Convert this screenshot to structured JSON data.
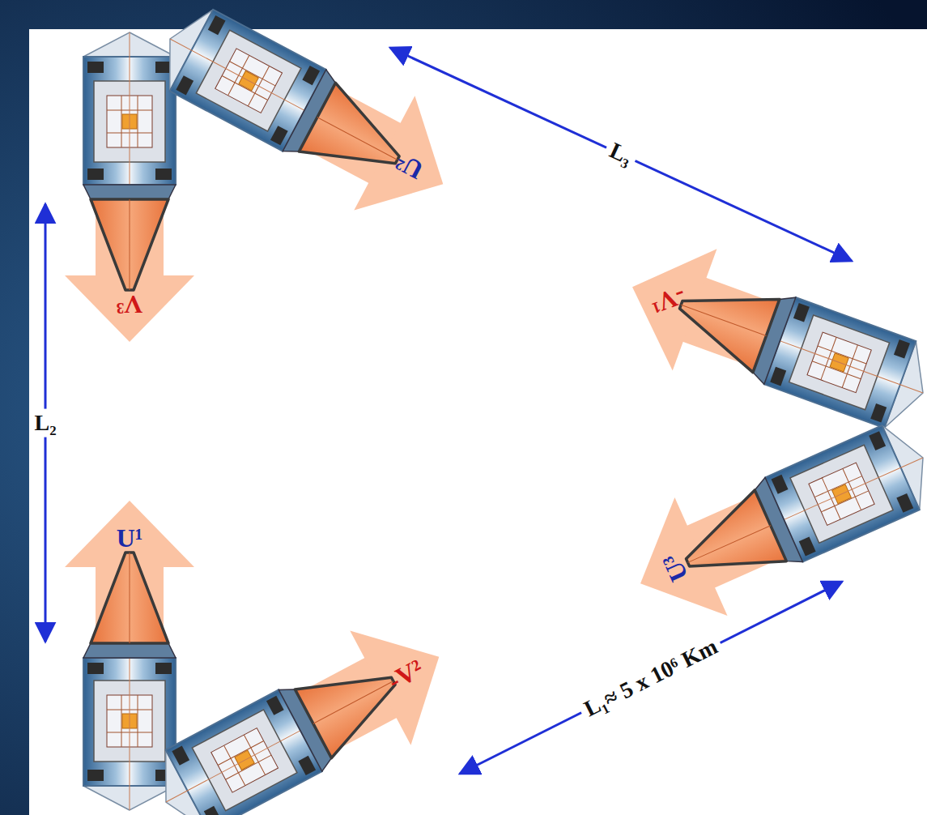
{
  "diagram": {
    "labels": [
      "U²",
      "V³",
      "L₃",
      "L₂",
      "-V¹",
      "U¹",
      "U³",
      "-V²",
      "L₁≈ 5 x 10⁶ Km"
    ]
  }
}
